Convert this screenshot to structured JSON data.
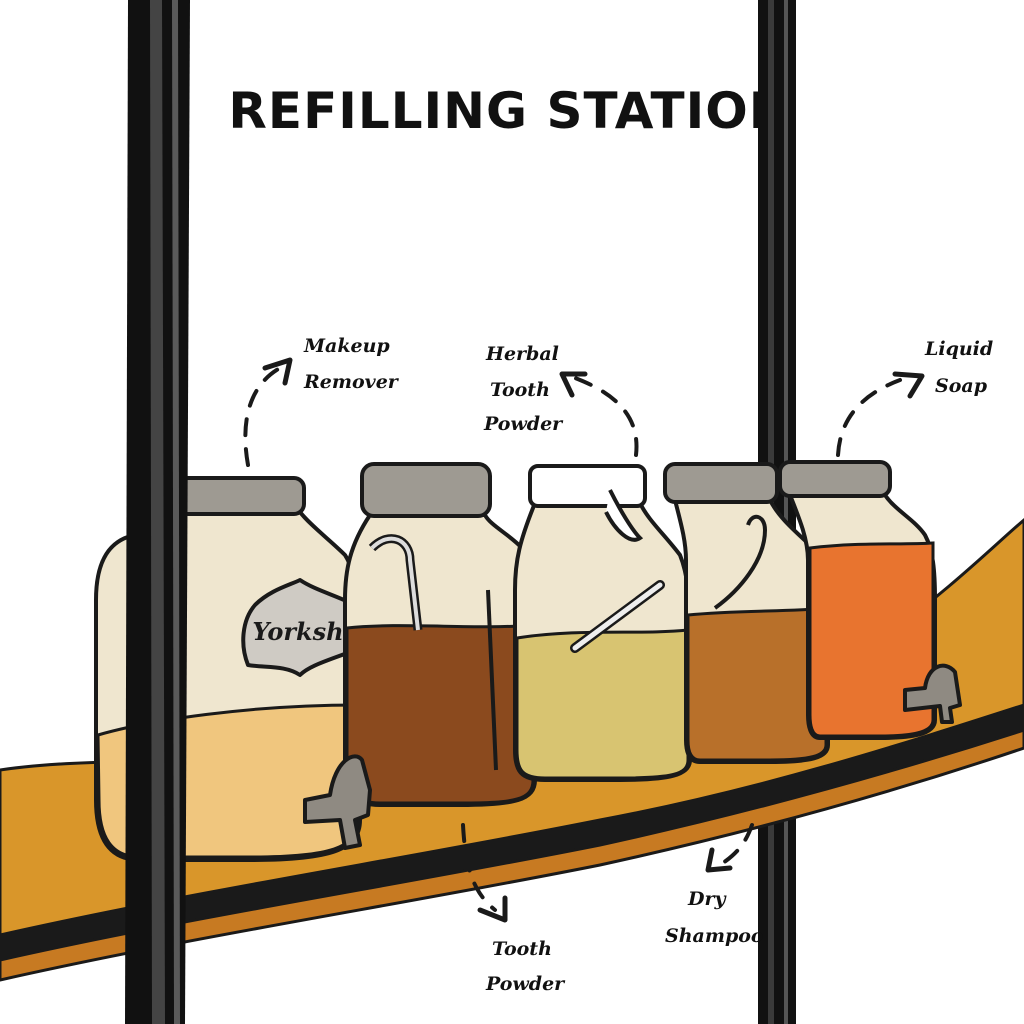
{
  "title": "REFILLING STATION",
  "jar_label": "Yorksh",
  "labels": {
    "makeup_remover": [
      "Makeup",
      "Remover"
    ],
    "herbal_tooth_powder": [
      "Herbal",
      "Tooth",
      "Powder"
    ],
    "liquid_soap": [
      "Liquid",
      "Soap"
    ],
    "tooth_powder": [
      "Tooth",
      "Powder"
    ],
    "dry_shampoo": [
      "Dry",
      "Shampoo"
    ]
  },
  "colors": {
    "shelf": "#d9962a",
    "shelf_front": "#c77a22",
    "post": "#111111",
    "jar_glass": "#efe6cf",
    "lid": "#9e9a92",
    "makeup_remover": "#f0c67e",
    "tooth_powder": "#8b4a1e",
    "herbal_tooth_powder": "#d8c471",
    "dry_shampoo": "#b8702a",
    "liquid_soap": "#e8742f"
  }
}
